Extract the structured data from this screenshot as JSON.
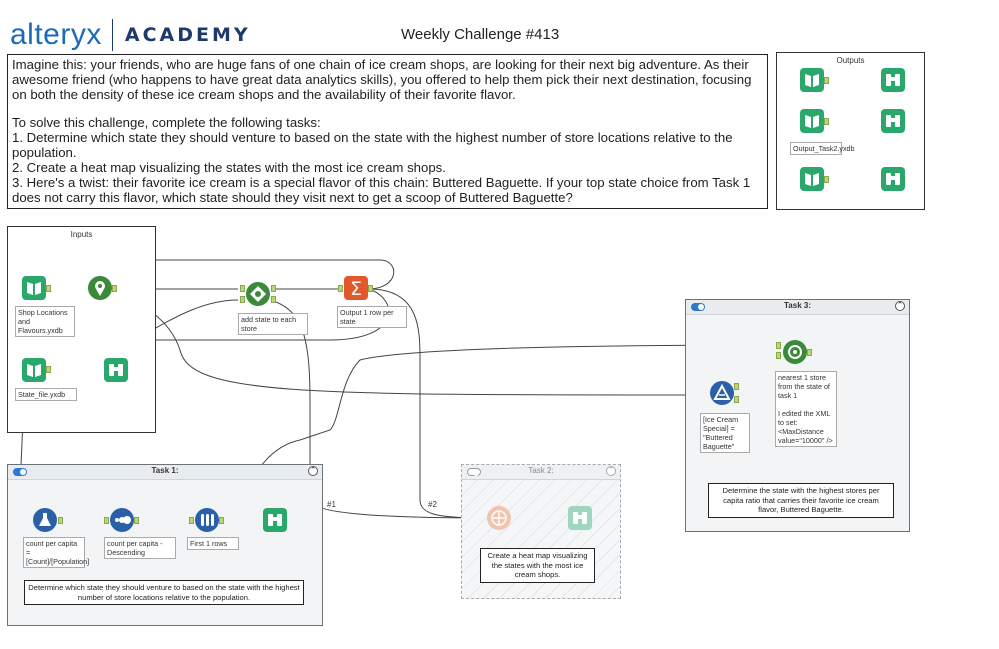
{
  "brand": {
    "name": "alteryx",
    "subname": "ACADEMY"
  },
  "challenge_title": "Weekly Challenge #413",
  "description": {
    "p1": "Imagine this: your friends, who are huge fans of one chain of ice cream shops, are looking for their next big adventure. As their awesome friend (who happens to have great data analytics skills), you offered to help them pick their next destination, focusing on both the density of these ice cream shops and the availability of their favorite flavor.",
    "p2": "To solve this challenge, complete the following tasks:",
    "p3": "1. Determine which state they should venture to based on the state with the highest number of store locations relative to the population.",
    "p4": "2. Create a heat map visualizing the states with the most ice cream shops.",
    "p5": "3. Here's a twist: their favorite ice cream is a special flavor of this chain: Buttered Baguette. If your top state choice from Task 1 does not carry this flavor, which state should they visit next to get a scoop of Buttered Baguette?"
  },
  "outputs_box": {
    "title": "Outputs",
    "file_label": "Output_Task2.yxdb"
  },
  "inputs_box": {
    "title": "Inputs",
    "input1_label": "Shop Locations and Flavours.yxdb",
    "input2_label": "State_file.yxdb"
  },
  "tools": {
    "spatial_label": "add state to each store",
    "summarize_label": "Output 1 row per state",
    "formula_label": "count per capita = [Count]/[Population]",
    "sort_label": "count per capita - Descending",
    "sample_label": "First 1 rows",
    "filter_label": "[Ice Cream Special] = \"Buttered Baguette\"",
    "find_nearest_label": "nearest 1 store from the state of task 1\n\nI edited the XML to set: <MaxDistance value=\"10000\" />"
  },
  "task1": {
    "title": "Task 1:",
    "note": "Determine which state they should venture to based on the state with the highest number of store locations relative to the population."
  },
  "task2": {
    "title": "Task 2:",
    "note": "Create a heat map visualizing the states with the most ice cream shops."
  },
  "task3": {
    "title": "Task 3:",
    "note": "Determine the state with the highest stores per capita ratio that carries their favorite ice cream flavor, Buttered Baguette."
  },
  "connections": {
    "c1": "#1",
    "c2": "#2"
  },
  "colors": {
    "input": "#2aa86c",
    "browse": "#2aa86c",
    "spatial": "#3a8a3a",
    "summarize": "#e2572b",
    "formula": "#2b5fa8",
    "nearest": "#3a8a3a",
    "wire": "#444444"
  }
}
